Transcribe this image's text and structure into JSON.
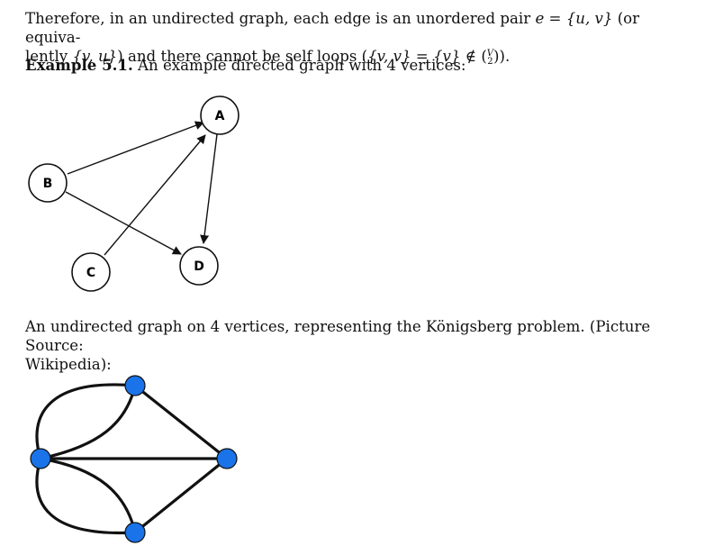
{
  "intro": {
    "text_a": "Therefore, in an undirected graph, each edge is an unordered pair ",
    "math_a": "e = {u, v}",
    "text_b": " (or equiva-",
    "text_c": "lently ",
    "math_b": "{v, u}",
    "text_d": ") and there cannot be self loops (",
    "math_c": "{v, v} = {v} ∉ ",
    "binom_top": "V",
    "binom_bottom": "2",
    "text_e": ")."
  },
  "example": {
    "label": "Example 5.1.",
    "caption_a": "An example directed graph with ",
    "caption_num": "4",
    "caption_b": " vertices:"
  },
  "directed_graph": {
    "nodes": [
      {
        "id": "A",
        "label": "A"
      },
      {
        "id": "B",
        "label": "B"
      },
      {
        "id": "C",
        "label": "C"
      },
      {
        "id": "D",
        "label": "D"
      }
    ],
    "edges": [
      {
        "from": "B",
        "to": "A"
      },
      {
        "from": "B",
        "to": "D"
      },
      {
        "from": "C",
        "to": "A"
      },
      {
        "from": "A",
        "to": "D"
      }
    ]
  },
  "undirected": {
    "text_a": "An undirected graph on ",
    "num": "4",
    "text_b": " vertices, representing the Königsberg problem. (Picture Source:",
    "text_c": "Wikipedia):",
    "node_color": "#1a73e8"
  }
}
